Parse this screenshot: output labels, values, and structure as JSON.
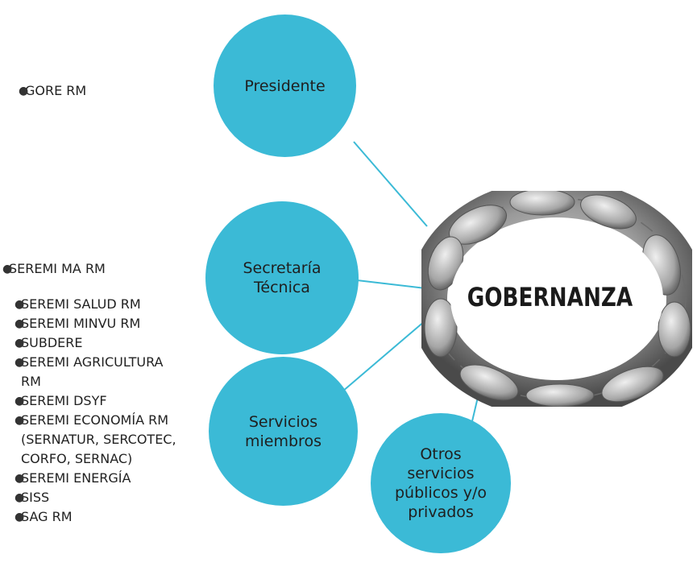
{
  "hub": {
    "label": "GOBERNANZA"
  },
  "nodes": {
    "presidente": "Presidente",
    "secretaria": "Secretaría\nTécnica",
    "servicios": "Servicios\nmiembros",
    "otros": "Otros\nservicios\npúblicos y/o\nprivados"
  },
  "lists": {
    "presidente": [
      "GORE RM"
    ],
    "secretaria": [
      "SEREMI MA RM"
    ],
    "servicios": [
      "SEREMI SALUD RM",
      "SEREMI MINVU RM",
      "SUBDERE",
      "SEREMI AGRICULTURA\nRM",
      "SEREMI DSYF",
      "SEREMI ECONOMÍA RM\n(SERNATUR, SERCOTEC,\nCORFO, SERNAC)",
      "SEREMI ENERGÍA",
      "SISS",
      "SAG RM"
    ]
  },
  "colors": {
    "node_fill": "#3bbad6",
    "connector": "#3bbad6"
  }
}
